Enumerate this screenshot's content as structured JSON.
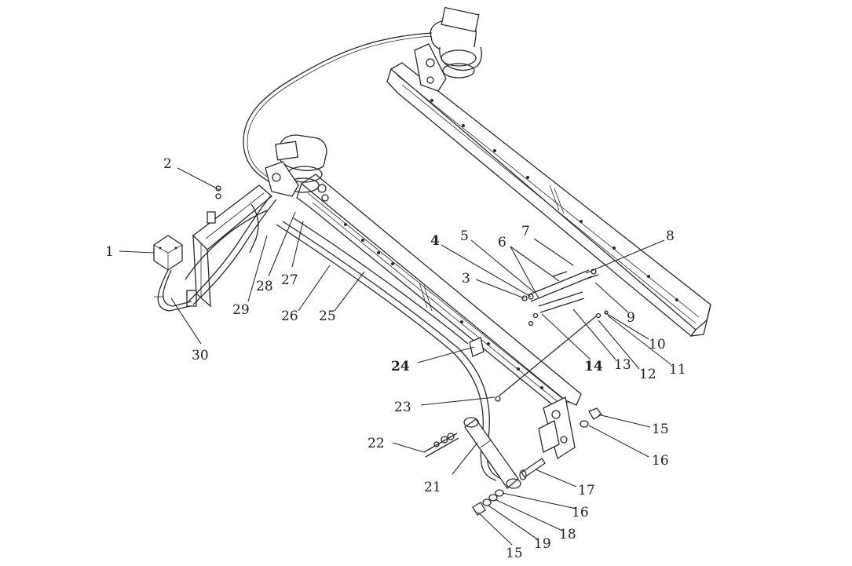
{
  "callouts": [
    {
      "id": "c1",
      "label": "1"
    },
    {
      "id": "c2",
      "label": "2"
    },
    {
      "id": "c3",
      "label": "3"
    },
    {
      "id": "c4",
      "label": "4"
    },
    {
      "id": "c5",
      "label": "5"
    },
    {
      "id": "c6",
      "label": "6"
    },
    {
      "id": "c7",
      "label": "7"
    },
    {
      "id": "c8",
      "label": "8"
    },
    {
      "id": "c9",
      "label": "9"
    },
    {
      "id": "c10",
      "label": "10"
    },
    {
      "id": "c11",
      "label": "11"
    },
    {
      "id": "c12",
      "label": "12"
    },
    {
      "id": "c13",
      "label": "13"
    },
    {
      "id": "c14",
      "label": "14"
    },
    {
      "id": "c15a",
      "label": "15"
    },
    {
      "id": "c16a",
      "label": "16"
    },
    {
      "id": "c17",
      "label": "17"
    },
    {
      "id": "c16b",
      "label": "16"
    },
    {
      "id": "c18",
      "label": "18"
    },
    {
      "id": "c19",
      "label": "19"
    },
    {
      "id": "c15b",
      "label": "15"
    },
    {
      "id": "c21",
      "label": "21"
    },
    {
      "id": "c22",
      "label": "22"
    },
    {
      "id": "c23",
      "label": "23"
    },
    {
      "id": "c24",
      "label": "24"
    },
    {
      "id": "c25",
      "label": "25"
    },
    {
      "id": "c26",
      "label": "26"
    },
    {
      "id": "c27",
      "label": "27"
    },
    {
      "id": "c28",
      "label": "28"
    },
    {
      "id": "c29",
      "label": "29"
    },
    {
      "id": "c30",
      "label": "30"
    }
  ]
}
